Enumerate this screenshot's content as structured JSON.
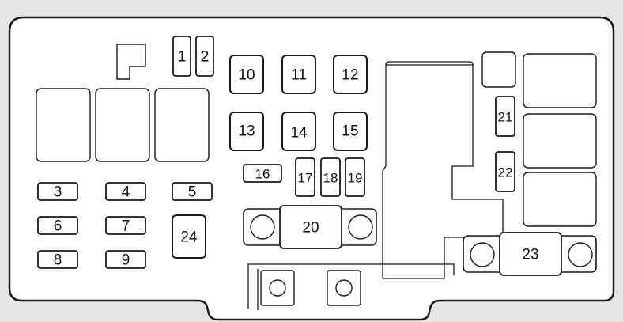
{
  "colors": {
    "background": "#e6e6e6",
    "panel_fill": "#ffffff",
    "stroke": "#1a1a1a"
  },
  "fuse_labels": {
    "f1": "1",
    "f2": "2",
    "f3": "3",
    "f4": "4",
    "f5": "5",
    "f6": "6",
    "f7": "7",
    "f8": "8",
    "f9": "9",
    "f10": "10",
    "f11": "11",
    "f12": "12",
    "f13": "13",
    "f14": "14",
    "f15": "15",
    "f16": "16",
    "f17": "17",
    "f18": "18",
    "f19": "19",
    "f20": "20",
    "f21": "21",
    "f22": "22",
    "f23": "23",
    "f24": "24"
  }
}
